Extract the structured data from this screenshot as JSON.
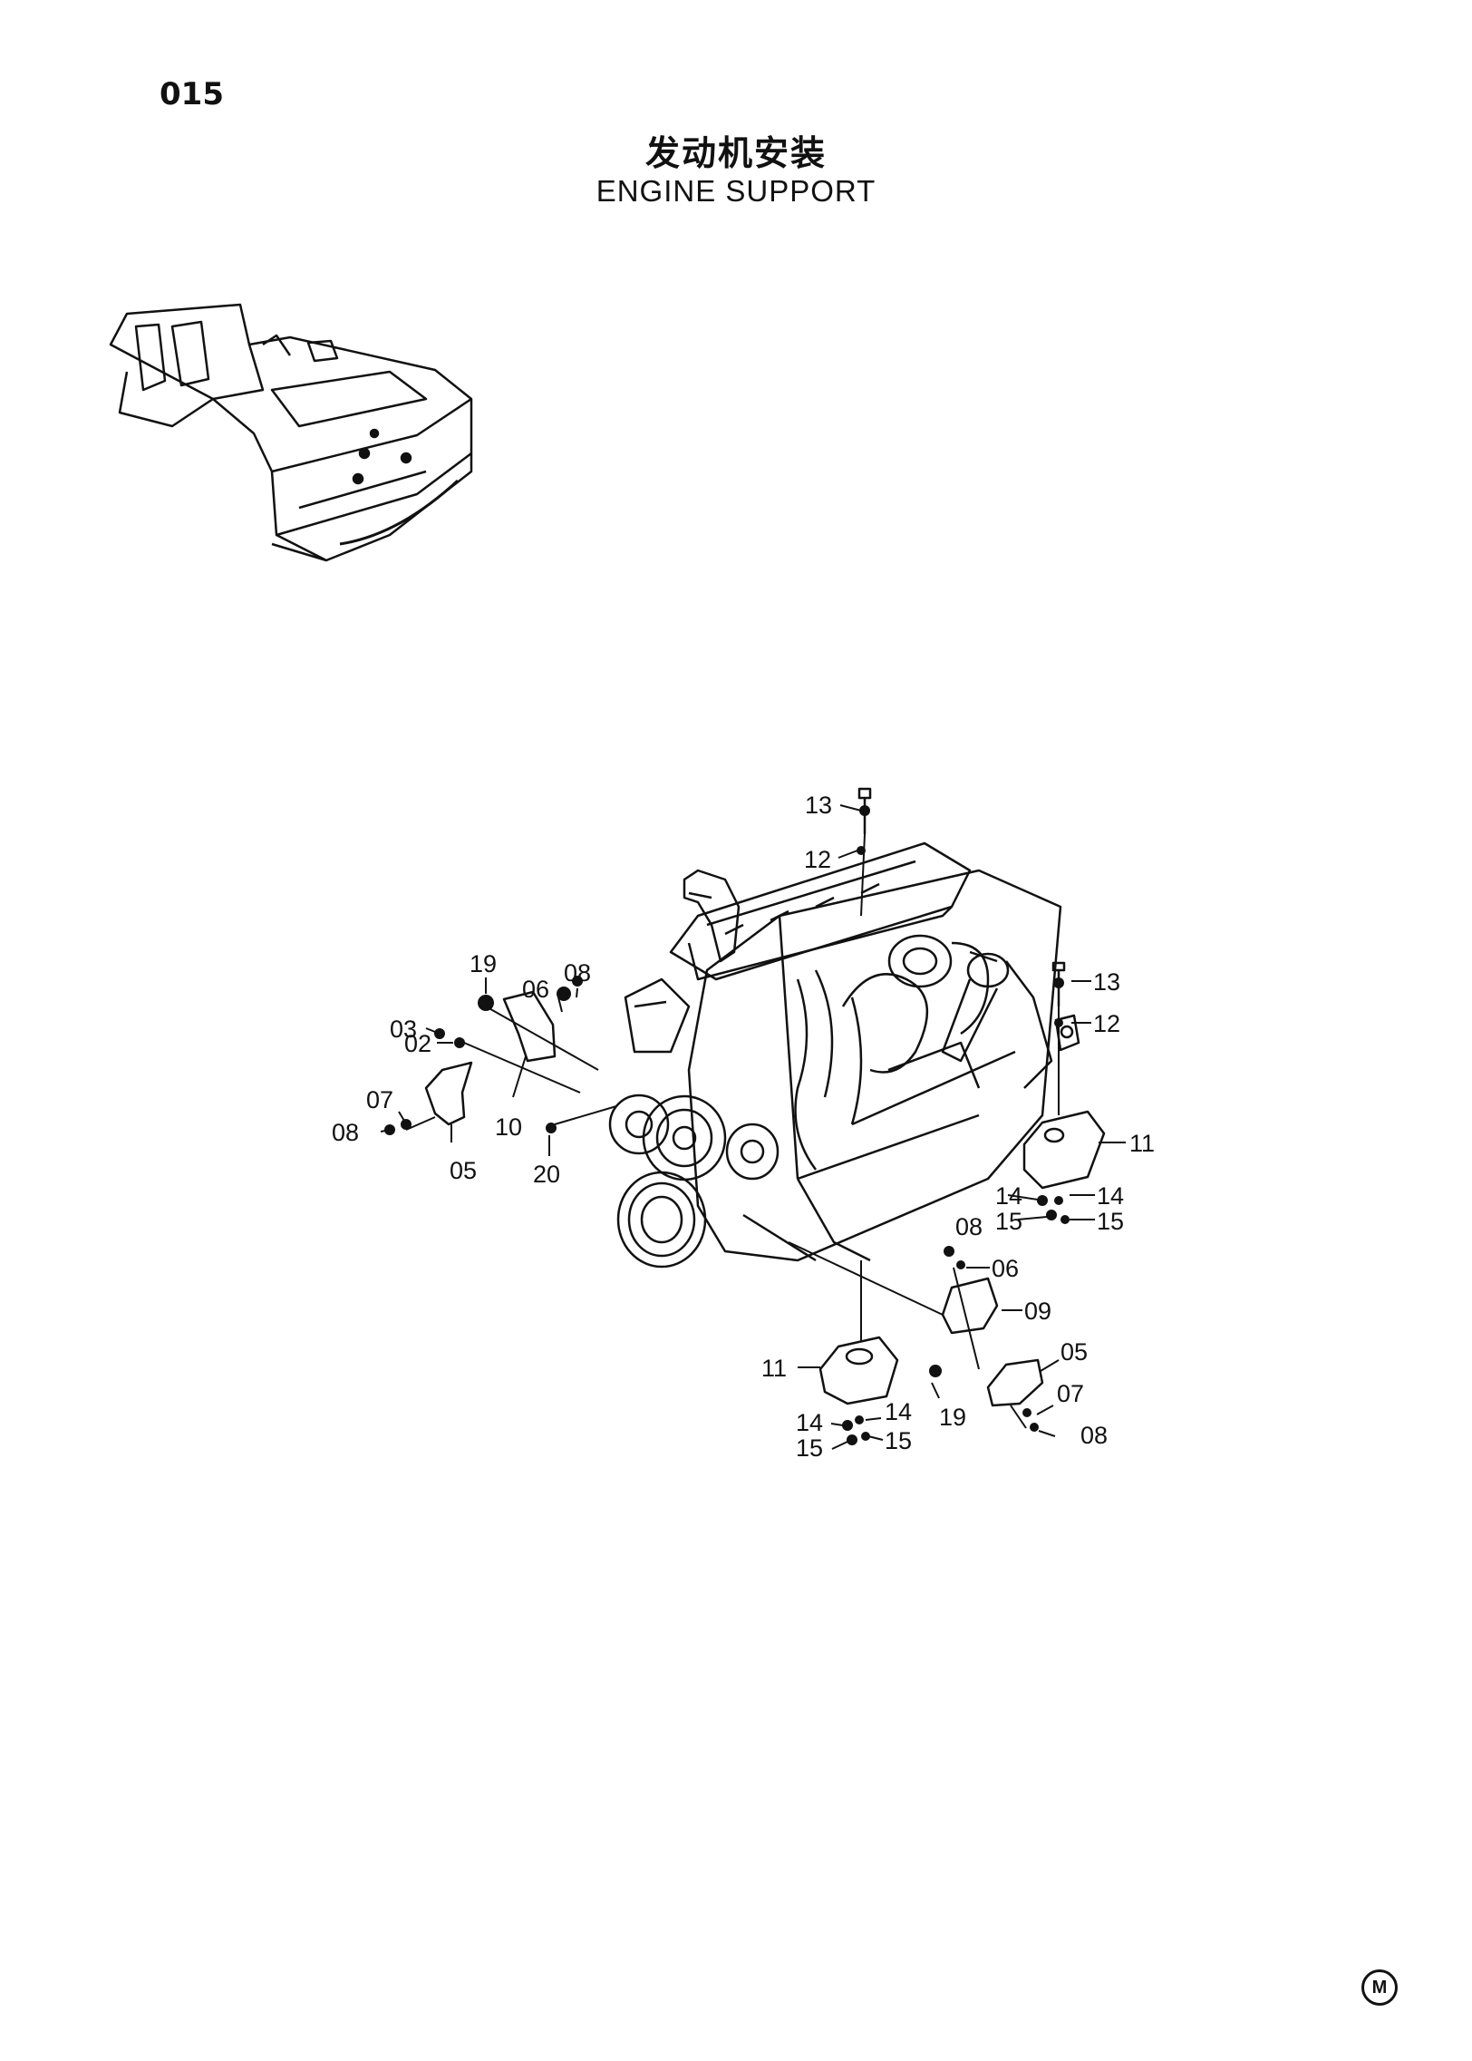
{
  "page": {
    "number": "015",
    "mark": "M"
  },
  "header": {
    "title_cn": "发动机安装",
    "title_en": "ENGINE SUPPORT"
  },
  "callouts": [
    {
      "id": "c1",
      "text": "13"
    },
    {
      "id": "c2",
      "text": "12"
    },
    {
      "id": "c3",
      "text": "13"
    },
    {
      "id": "c4",
      "text": "12"
    },
    {
      "id": "c5",
      "text": "19"
    },
    {
      "id": "c6",
      "text": "06"
    },
    {
      "id": "c7",
      "text": "08"
    },
    {
      "id": "c8",
      "text": "03"
    },
    {
      "id": "c9",
      "text": "02"
    },
    {
      "id": "c10",
      "text": "07"
    },
    {
      "id": "c11",
      "text": "08"
    },
    {
      "id": "c12",
      "text": "10"
    },
    {
      "id": "c13",
      "text": "05"
    },
    {
      "id": "c14",
      "text": "20"
    },
    {
      "id": "c15",
      "text": "11"
    },
    {
      "id": "c16",
      "text": "14"
    },
    {
      "id": "c17",
      "text": "14"
    },
    {
      "id": "c18",
      "text": "15"
    },
    {
      "id": "c19",
      "text": "15"
    },
    {
      "id": "c20",
      "text": "08"
    },
    {
      "id": "c21",
      "text": "06"
    },
    {
      "id": "c22",
      "text": "09"
    },
    {
      "id": "c23",
      "text": "11"
    },
    {
      "id": "c24",
      "text": "05"
    },
    {
      "id": "c25",
      "text": "19"
    },
    {
      "id": "c26",
      "text": "07"
    },
    {
      "id": "c27",
      "text": "08"
    },
    {
      "id": "c28",
      "text": "14"
    },
    {
      "id": "c29",
      "text": "14"
    },
    {
      "id": "c30",
      "text": "15"
    },
    {
      "id": "c31",
      "text": "15"
    }
  ]
}
